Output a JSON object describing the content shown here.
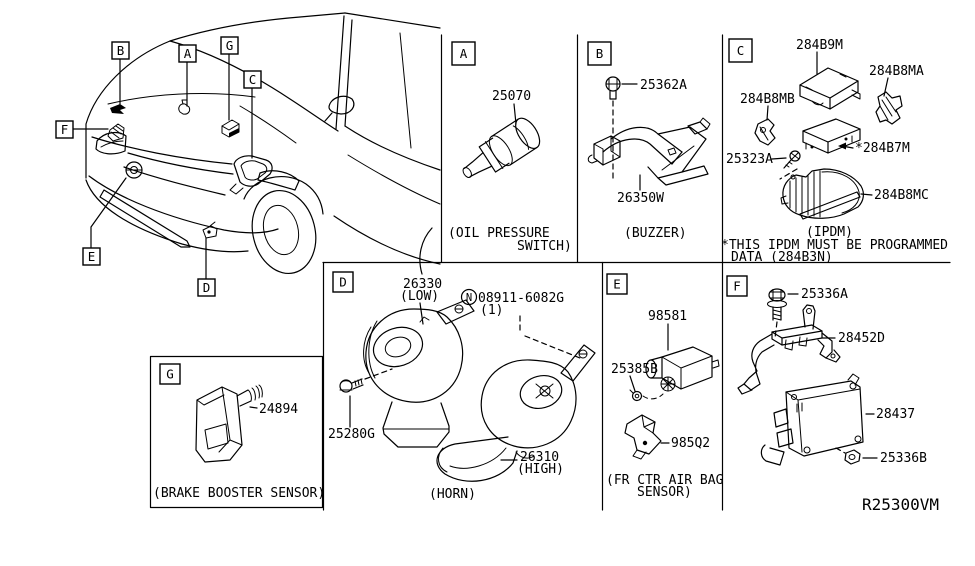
{
  "drawing": {
    "ref_code": "R25300VM"
  },
  "colors": {
    "ink": "#000000",
    "background": "#ffffff"
  },
  "panels": {
    "a": {
      "letter": "A",
      "part_switch": "25070",
      "caption1": "(OIL PRESSURE",
      "caption2": "SWITCH)"
    },
    "b": {
      "letter": "B",
      "part_screw": "25362A",
      "part_buzzer": "26350W",
      "caption": "(BUZZER)"
    },
    "c": {
      "letter": "C",
      "part_unit": "284B9M",
      "part_bracket_a": "284B8MA",
      "part_bracket_b": "284B8MB",
      "part_screw": "25323A",
      "part_module": "*284B7M",
      "part_relay_box": "284B8MC",
      "caption": "(IPDM)",
      "note1": "*THIS IPDM MUST BE PROGRAMMED",
      "note2": "DATA (284B3N)"
    },
    "d": {
      "letter": "D",
      "part_horn_low": "26330",
      "horn_low_note": "(LOW)",
      "nut_symbol": "N",
      "part_nut": "08911-6082G",
      "nut_qty": "(1)",
      "part_bolt": "25280G",
      "part_horn_high": "26310",
      "horn_high_note": "(HIGH)",
      "caption": "(HORN)"
    },
    "e": {
      "letter": "E",
      "part_sensor": "98581",
      "part_clip": "25385B",
      "part_bracket": "985Q2",
      "caption1": "(FR CTR AIR BAG",
      "caption2": "SENSOR)"
    },
    "f": {
      "letter": "F",
      "part_bolt": "25336A",
      "part_bracket": "28452D",
      "part_unit": "28437",
      "part_nut": "25336B"
    },
    "g": {
      "letter": "G",
      "part_sensor": "24894",
      "caption": "(BRAKE BOOSTER SENSOR)"
    }
  }
}
